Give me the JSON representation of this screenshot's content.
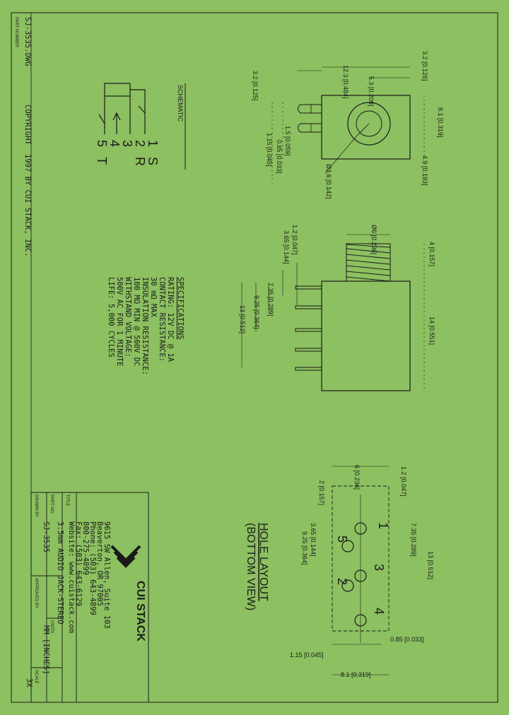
{
  "colors": {
    "background": "#8cc060",
    "ink": "#1a1a1a"
  },
  "border": {
    "part_number": "SJ-3535.DWG",
    "part_number_label": "PART NUMBER",
    "copyright": "COPYRIGHT",
    "copyright_text": "1997 BY CUI STACK, INC."
  },
  "schematic": {
    "title": "SCHEMATIC",
    "pins": [
      "1",
      "2",
      "3",
      "4",
      "5"
    ],
    "pin_labels": [
      "S",
      "R",
      "",
      "",
      "T"
    ]
  },
  "top_view": {
    "dims": {
      "left_offset": "3.2 [0.125]",
      "overall_width": "12.3 [0.484]",
      "center_offset": "5.3 [0.209]",
      "right_gap": "3.2 [0.126]",
      "body_height": "8.1 [0.319]",
      "half_height": "4.9 [0.193]",
      "pin_width": "1.5 [0.059]",
      "pin_pitch": "0.85 [0.033]",
      "pin_offset": "1.15 [0.045]",
      "diameter": "Ø3.6 [0.142]"
    }
  },
  "side_view": {
    "dims": {
      "thread_dia": "Ø6 [0.236]",
      "thread_len": "4 [0.157]",
      "body_len": "14 [0.551]",
      "pin1": "1.2 [0.047]",
      "pin2": "3.65 [0.144]",
      "pin3": "7.35 [0.289]",
      "pin4": "9.25 [0.364]",
      "pin5": "13 [0.512]"
    }
  },
  "specs": {
    "title": "SPECIFICATIONS",
    "lines": [
      "RATING: 12V DC @ 1A",
      "CONTACT RESISTANCE:",
      "  30 mΩ MAX",
      "INSULATION RESISTANCE:",
      "  100 MΩ MIN @ 500V DC",
      "WITHSTAND VOLTAGE:",
      "  500V AC FOR 1 MINUTE",
      "LIFE: 5,000 CYCLES"
    ]
  },
  "pcb_layout": {
    "title": "HOLE LAYOUT",
    "subtitle": "(BOTTOM VIEW)",
    "dims": {
      "width": "6 [0.236]",
      "top": "1.2 [0.047]",
      "d1": "2 [0.157]",
      "d2": "3.65 [0.144]",
      "d3": "9.25 [0.364]",
      "d4": "7.35 [0.289]",
      "d5": "13 [0.512]",
      "hole1": "0.85 [0.033]",
      "hole2": "1.15 [0.045]",
      "bottom": "8.1 [0.319]"
    },
    "holes": [
      "1",
      "2",
      "3",
      "4",
      "5"
    ]
  },
  "title_block": {
    "company": "CUI STACK",
    "address": [
      "9615 SW Allen, Suite 103",
      "Beaverton, OR 97005",
      "Phone: (503) 643-4899",
      "       800-275-4899",
      "Fax:   (503) 643-6129",
      "Website: www.cuistack.com"
    ],
    "title_label": "TITLE",
    "title": "3.5mm AUDIO JACK-STEREO",
    "part_no_label": "PART NO.",
    "part_no": "SJ-3535",
    "drawn_by_label": "DRAWN BY",
    "approved_by_label": "APPROVED BY",
    "units_label": "UNITS",
    "units": "MM [INCHES]",
    "scale_label": "SCALE",
    "scale": "3X"
  }
}
